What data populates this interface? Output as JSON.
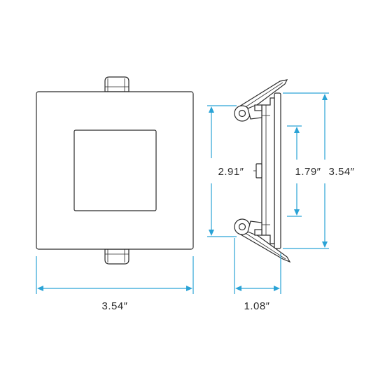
{
  "colors": {
    "dimension": "#2aa3d6",
    "outline": "#2b2b2b",
    "background": "#ffffff"
  },
  "dimensions": {
    "front_width": "3.54″",
    "side_depth": "1.08″",
    "side_spring_height": "2.91″",
    "side_lens_height": "1.79″",
    "side_total_height": "3.54″"
  }
}
